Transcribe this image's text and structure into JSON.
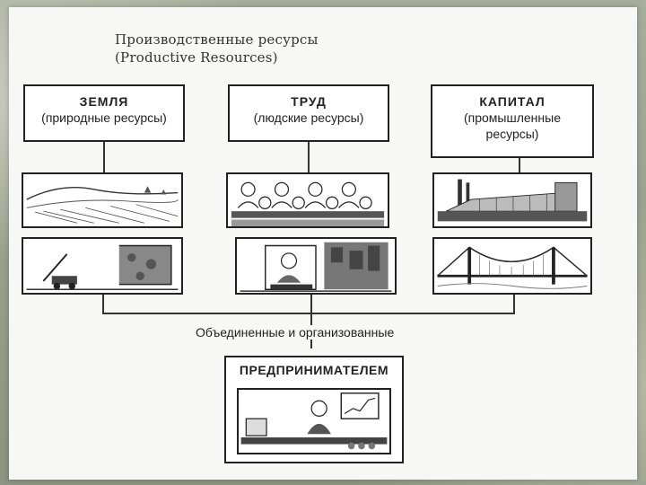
{
  "title": {
    "line1": "Производственные ресурсы",
    "line2": "(Productive Resources)"
  },
  "resources": [
    {
      "name": "ЗЕМЛЯ",
      "desc": "(природные ресурсы)",
      "images": [
        "land-field-illustration",
        "land-mining-illustration"
      ]
    },
    {
      "name": "ТРУД",
      "desc": "(людские ресурсы)",
      "images": [
        "workers-assembly-line-illustration",
        "worker-machine-illustration"
      ]
    },
    {
      "name": "КАПИТАЛ",
      "desc": "(промышленные ресурсы)",
      "images": [
        "factory-illustration",
        "bridge-illustration"
      ]
    }
  ],
  "join_label": "Объединенные и организованные",
  "entrepreneurs": {
    "title": "ПРЕДПРИНИМАТЕЛЕМ",
    "image": "entrepreneur-office-illustration"
  }
}
